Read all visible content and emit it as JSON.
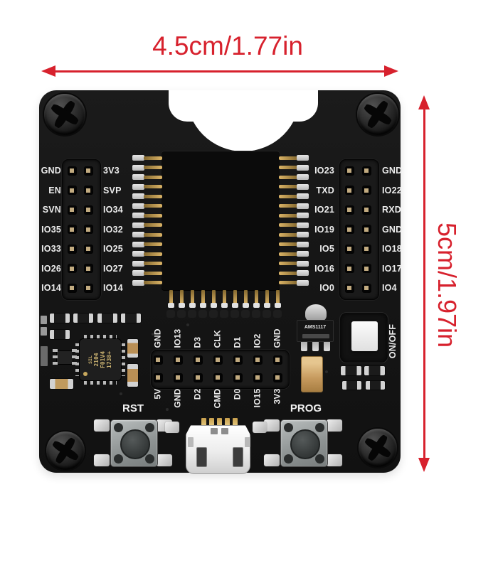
{
  "annotations": {
    "width_label": "4.5cm/1.77in",
    "height_label": "5cm/1.97in",
    "accent_color": "#d7212d"
  },
  "board": {
    "left": {
      "outer": [
        "GND",
        "EN",
        "SVN",
        "IO35",
        "IO33",
        "IO26",
        "IO14"
      ],
      "inner": [
        "3V3",
        "SVP",
        "IO34",
        "IO32",
        "IO25",
        "IO27",
        "IO14"
      ]
    },
    "right": {
      "inner": [
        "IO23",
        "TXD",
        "IO21",
        "IO19",
        "IO5",
        "IO16",
        "IO0"
      ],
      "outer": [
        "GND",
        "IO22",
        "RXD",
        "GND",
        "IO18",
        "IO17",
        "IO4"
      ]
    },
    "center": {
      "top": [
        "GND",
        "IO13",
        "D3",
        "CLK",
        "D1",
        "IO2",
        "GND"
      ],
      "bottom": [
        "5V",
        "GND",
        "D2",
        "CMD",
        "D0",
        "IO15",
        "3V3"
      ]
    },
    "rst_label": "RST",
    "prog_label": "PROG",
    "switch_label": "ON/OFF",
    "regulator_marking": "AMS1117",
    "chip_marking": {
      "logo": "SIL",
      "lines": [
        "2104",
        "F01V4",
        "1738+"
      ]
    }
  }
}
